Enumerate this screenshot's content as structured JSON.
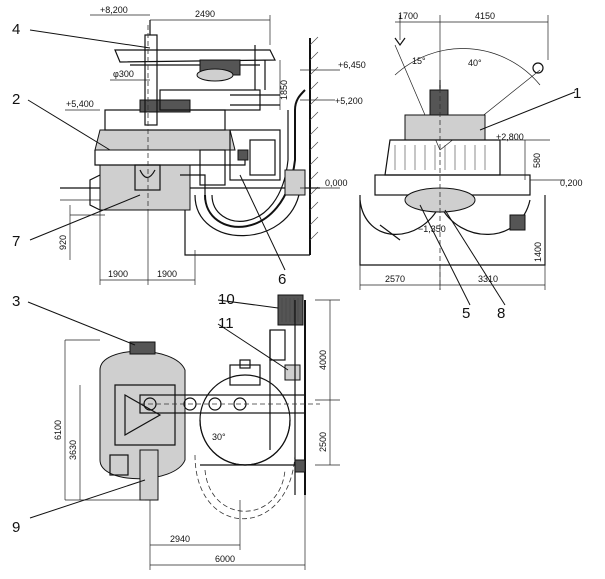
{
  "callouts": [
    {
      "id": "1",
      "label": "1"
    },
    {
      "id": "2",
      "label": "2"
    },
    {
      "id": "3",
      "label": "3"
    },
    {
      "id": "4",
      "label": "4"
    },
    {
      "id": "5",
      "label": "5"
    },
    {
      "id": "6",
      "label": "6"
    },
    {
      "id": "7",
      "label": "7"
    },
    {
      "id": "8",
      "label": "8"
    },
    {
      "id": "9",
      "label": "9"
    },
    {
      "id": "10",
      "label": "10"
    },
    {
      "id": "11",
      "label": "11"
    }
  ],
  "dimensions": {
    "top_left": {
      "elev_8200": "+8,200",
      "d2490": "2490",
      "elev_6450": "+6,450",
      "d1850": "1850",
      "d6300": "φ300",
      "elev_5400": "+5,400",
      "elev_5200": "+5,200",
      "elev_0000": "0,000",
      "d920": "920",
      "d1900a": "1900",
      "d1900b": "1900"
    },
    "top_right": {
      "d1700": "1700",
      "d4150": "4150",
      "ang15": "15°",
      "ang40": "40°",
      "elev_2800": "+2,800",
      "d580": "580",
      "elev_0200": "0,200",
      "elev_neg1350": "−1,350",
      "d1400": "1400",
      "d2570": "2570",
      "d3310": "3310"
    },
    "bottom": {
      "d4000": "4000",
      "d6100": "6100",
      "d3630": "3630",
      "d2500": "2500",
      "ang30": "30°",
      "d2940": "2940",
      "d6000": "6000"
    }
  }
}
